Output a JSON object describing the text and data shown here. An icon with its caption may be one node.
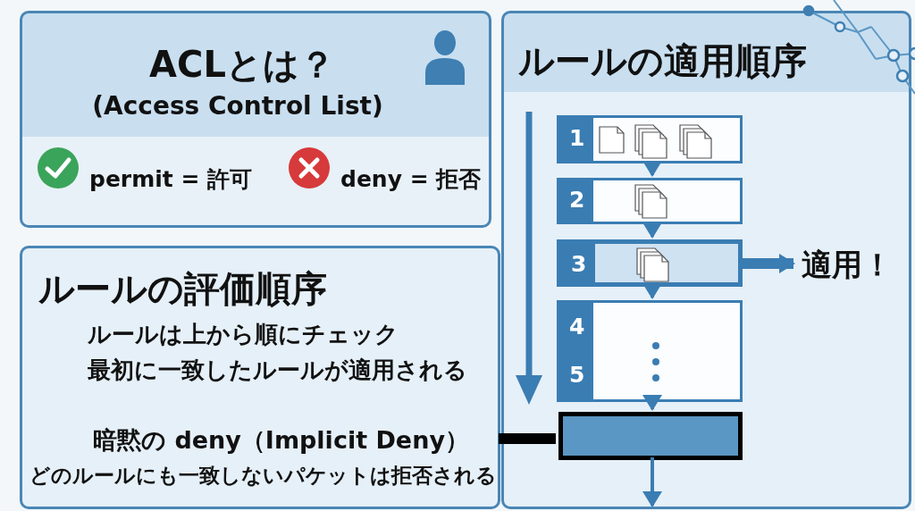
{
  "diagram": {
    "nodes": [
      {
        "text": [
          "ACLとは？",
          "(Access Control List)",
          "permit = 許可",
          "deny = 拒否"
        ]
      },
      {
        "text": [
          "ルールの適用順序"
        ]
      },
      {
        "text": [
          "ルールの評価順序",
          "ルールは上から順にチェック",
          "最初に一致したルールが適用される"
        ]
      },
      {
        "text": [
          "暗黙の deny（Implicit Deny）",
          "どのルールにも一致しないパケットは拒否される"
        ],
        "in": 2
      },
      {
        "text": [
          "1"
        ],
        "in": 1
      },
      {
        "text": [
          "2"
        ],
        "in": 1
      },
      {
        "text": [
          "3"
        ],
        "in": 1
      },
      {
        "text": [
          "4",
          "5"
        ],
        "in": 1
      },
      {
        "text": [],
        "shape": "bar",
        "in": 1
      },
      {
        "text": [
          "適用！"
        ],
        "in": 1
      }
    ],
    "edges": [
      {
        "from": 4,
        "to": 5,
        "arrow": "to"
      },
      {
        "from": 5,
        "to": 6,
        "arrow": "to"
      },
      {
        "from": 6,
        "to": 7,
        "arrow": "to"
      },
      {
        "from": 7,
        "to": 8,
        "arrow": "to"
      },
      {
        "from": 8,
        "to": null,
        "arrow": "to"
      },
      {
        "from": 6,
        "to": 9,
        "arrow": "to",
        "style": "thick"
      },
      {
        "from": 3,
        "to": 8,
        "arrow": "none",
        "style": "thick",
        "color": "#000000"
      }
    ]
  }
}
